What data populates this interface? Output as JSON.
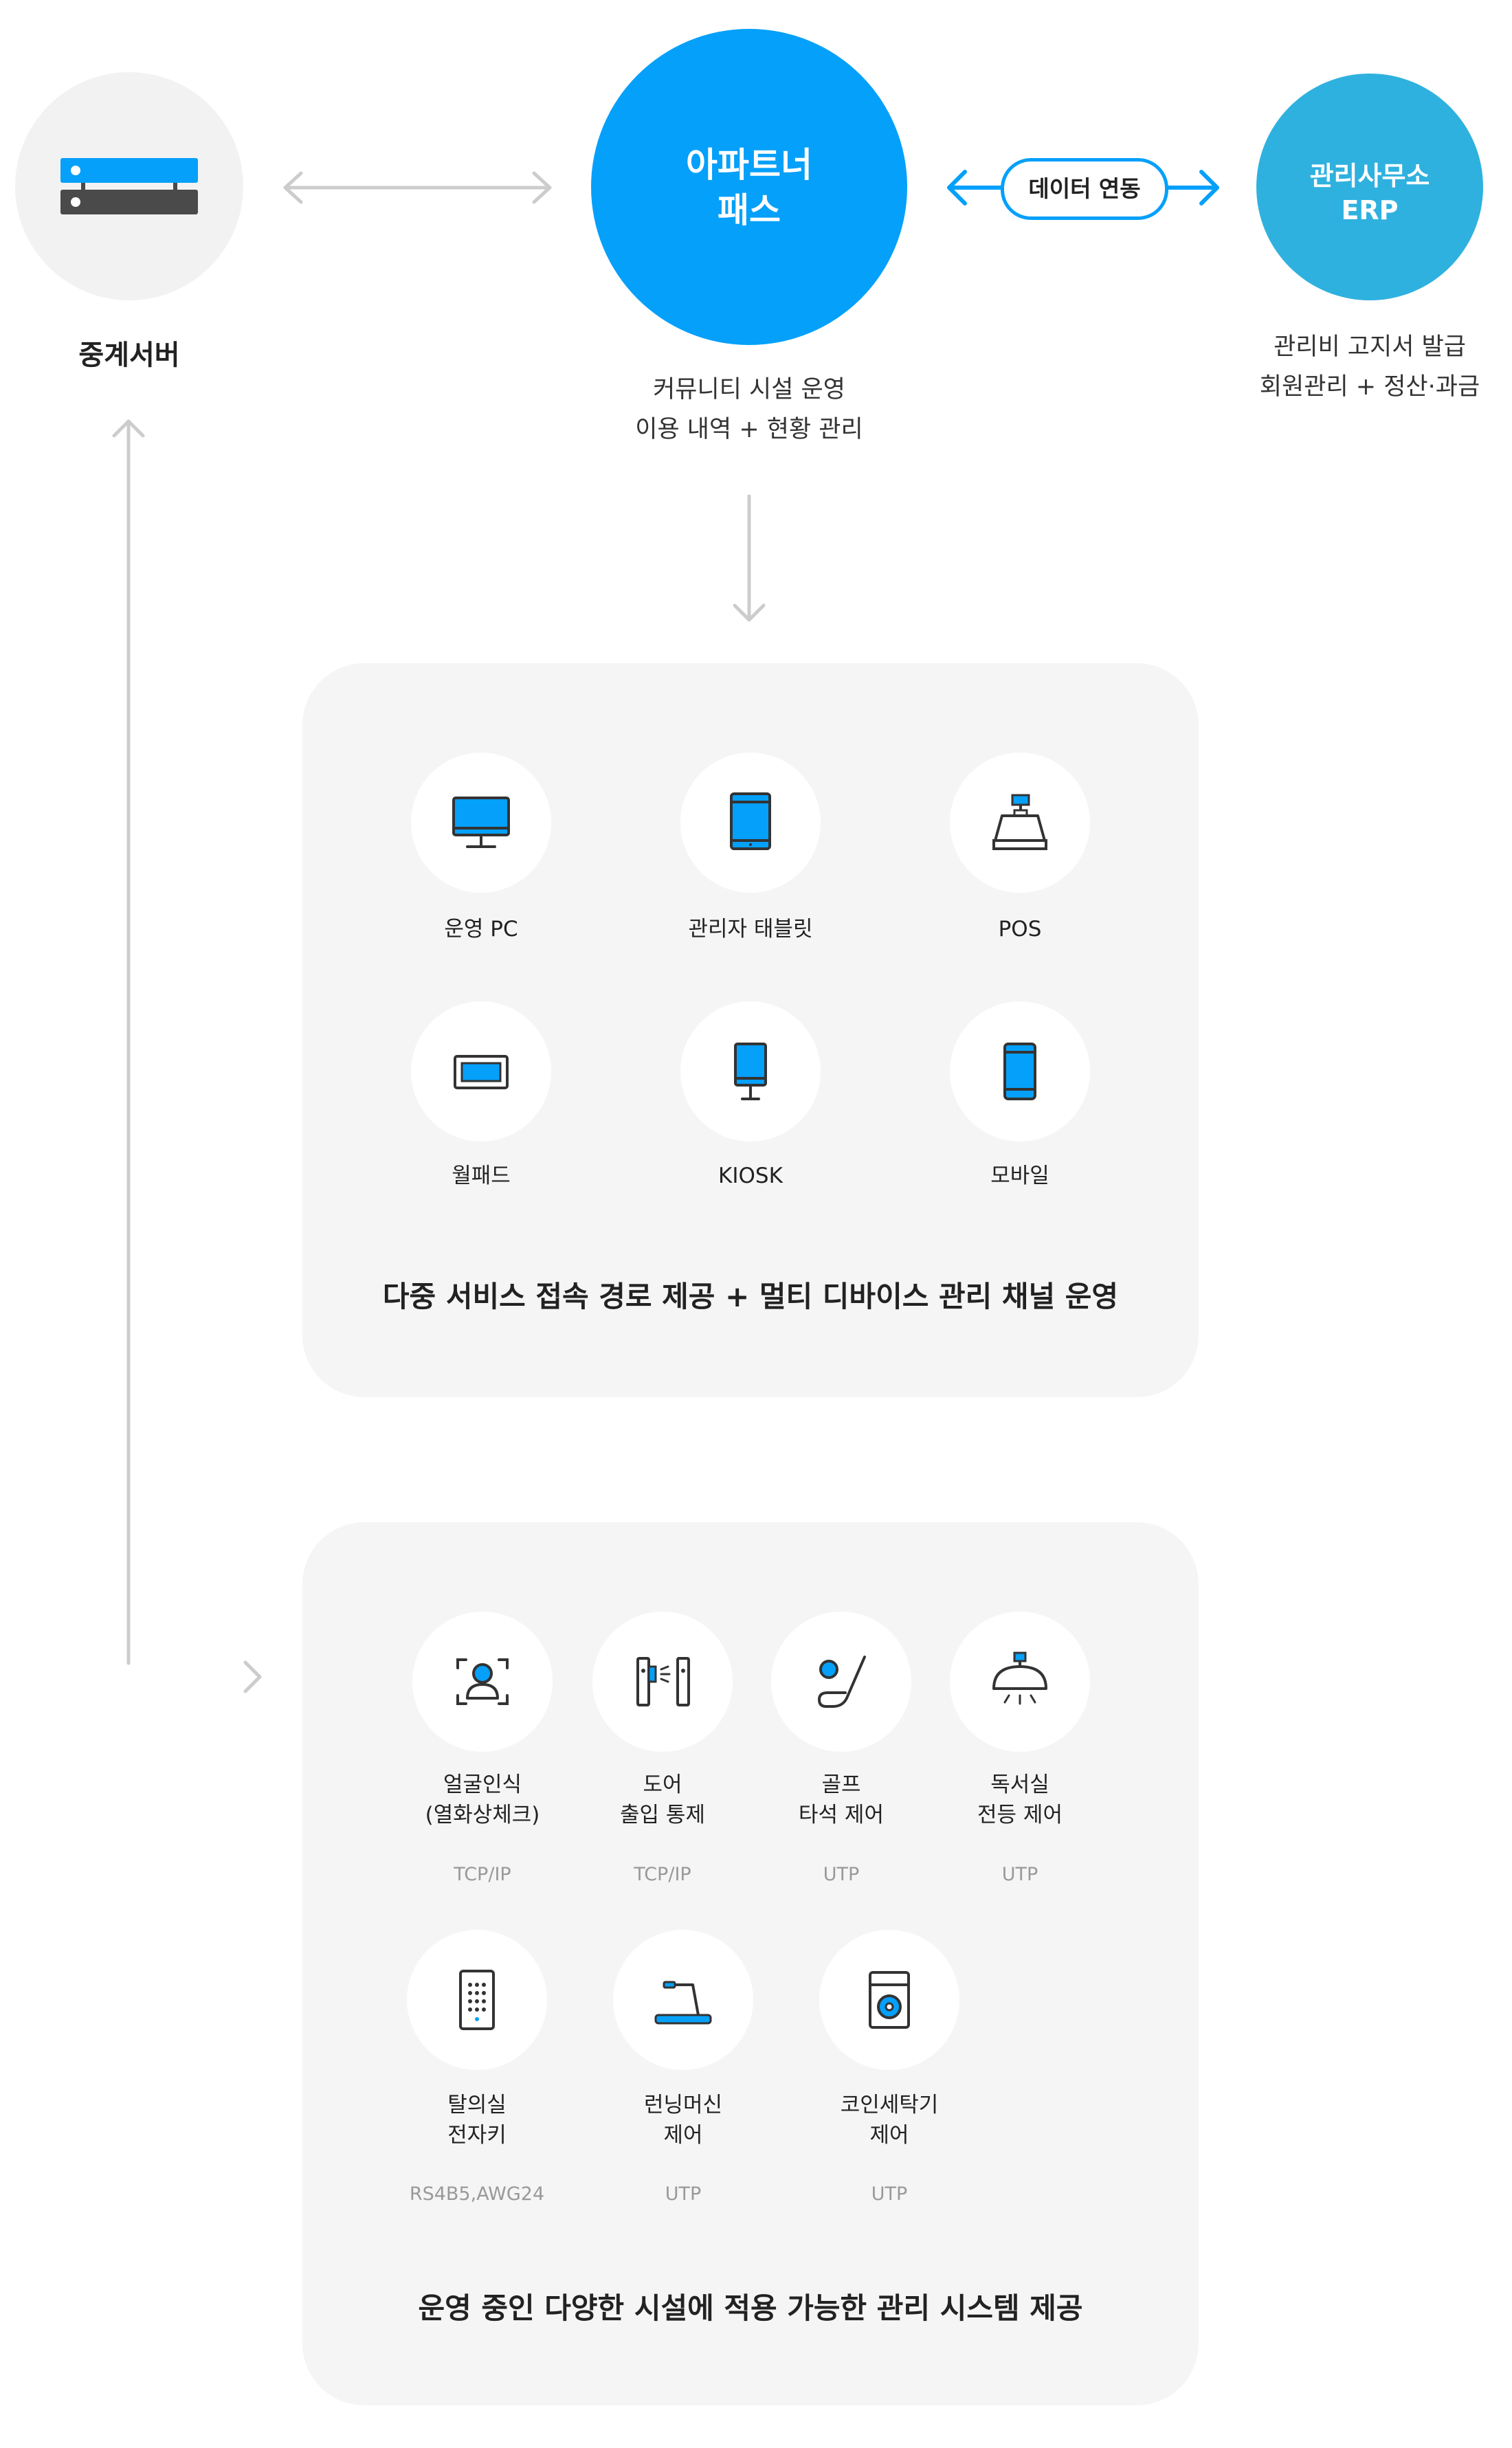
{
  "relay": {
    "label": "중계서버",
    "icon": "server-icon"
  },
  "hub": {
    "line1": "아파트너",
    "line2": "패스",
    "color": "#05a0fa"
  },
  "hub_desc": {
    "line1": "커뮤니티 시설 운영",
    "line2": "이용 내역 + 현황 관리"
  },
  "link": {
    "label": "데이터 연동"
  },
  "erp": {
    "line1": "관리사무소",
    "line2": "ERP",
    "color": "#2fb1df"
  },
  "erp_desc": {
    "line1": "관리비 고지서 발급",
    "line2": "회원관리 + 정산·과금"
  },
  "devices": {
    "items": [
      {
        "label": "운영 PC",
        "icon": "monitor-icon"
      },
      {
        "label": "관리자 태블릿",
        "icon": "tablet-icon"
      },
      {
        "label": "POS",
        "icon": "pos-icon"
      },
      {
        "label": "월패드",
        "icon": "wallpad-icon"
      },
      {
        "label": "KIOSK",
        "icon": "kiosk-icon"
      },
      {
        "label": "모바일",
        "icon": "mobile-icon"
      }
    ],
    "caption": "다중 서비스 접속 경로 제공 + 멀티 디바이스 관리 채널 운영"
  },
  "facilities": {
    "items": [
      {
        "line1": "얼굴인식",
        "line2": "(열화상체크)",
        "protocol": "TCP/IP",
        "icon": "face-recognition-icon"
      },
      {
        "line1": "도어",
        "line2": "출입 통제",
        "protocol": "TCP/IP",
        "icon": "door-gate-icon"
      },
      {
        "line1": "골프",
        "line2": "타석 제어",
        "protocol": "UTP",
        "icon": "golf-icon"
      },
      {
        "line1": "독서실",
        "line2": "전등 제어",
        "protocol": "UTP",
        "icon": "lamp-icon"
      },
      {
        "line1": "탈의실",
        "line2": "전자키",
        "protocol": "RS4B5,AWG24",
        "icon": "keypad-lock-icon"
      },
      {
        "line1": "런닝머신",
        "line2": "제어",
        "protocol": "UTP",
        "icon": "treadmill-icon"
      },
      {
        "line1": "코인세탁기",
        "line2": "제어",
        "protocol": "UTP",
        "icon": "washing-machine-icon"
      }
    ],
    "caption": "운영 중인 다양한 시설에 적용 가능한 관리 시스템 제공"
  },
  "colors": {
    "accent": "#05a0fa",
    "dark": "#333333",
    "arrow_gray": "#cccccc",
    "panel": "#f5f5f5"
  }
}
